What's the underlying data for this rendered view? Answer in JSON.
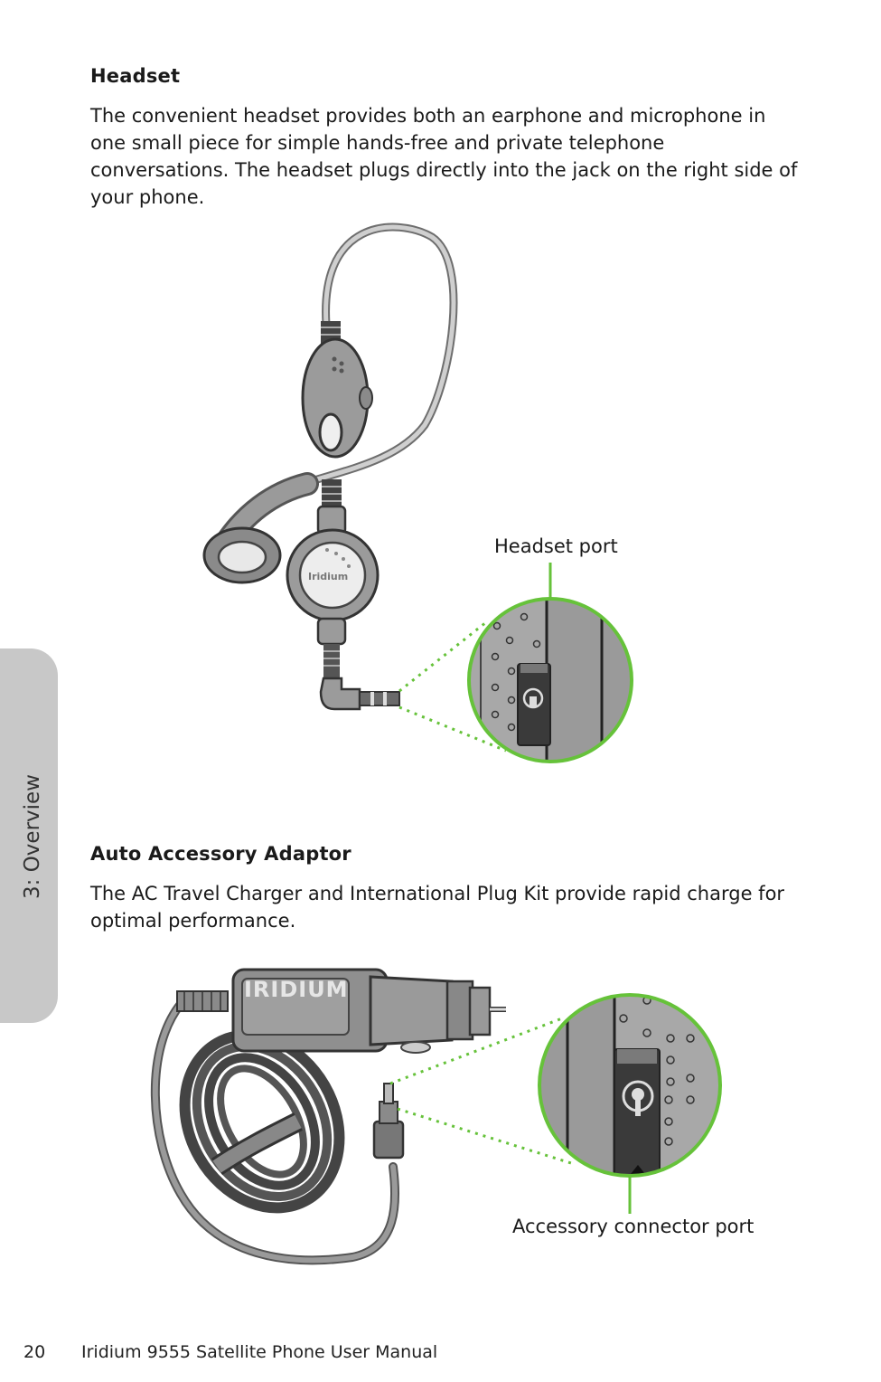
{
  "sections": [
    {
      "heading": "Headset",
      "body": "The convenient headset provides both an earphone and microphone in one small piece for simple hands-free and private telephone conversations. The headset plugs directly into the jack on the right side of your phone."
    },
    {
      "heading": "Auto Accessory Adaptor",
      "body": "The AC Travel Charger and International Plug Kit provide rapid charge for optimal performance."
    }
  ],
  "figures": {
    "headset": {
      "brand": "Iridium",
      "callout": "Headset port"
    },
    "adaptor": {
      "brand": "IRIDIUM",
      "callout": "Accessory connector port"
    }
  },
  "side_tab": {
    "label": "3: Overview"
  },
  "footer": {
    "page_number": "20",
    "manual_title": "Iridium 9555 Satellite Phone User Manual"
  },
  "colors": {
    "callout_green": "#66c23a",
    "tab_gray": "#c8c8c8"
  }
}
